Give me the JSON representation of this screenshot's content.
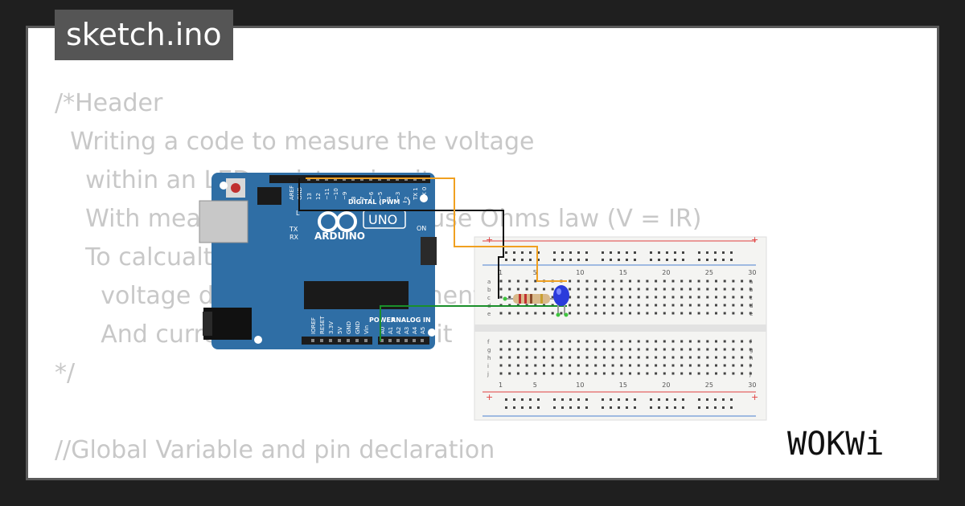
{
  "file_tab": "sketch.ino",
  "code_lines": [
    "/*Header",
    "  Writing a code to measure the voltage",
    "    within an LED resistor circuit",
    "    With measurements we can use Ohms law (V = IR)",
    "    To calcualte the resistance",
    "      voltage drop across components",
    "      And current within the circuit",
    "*/",
    "",
    "//Global Variable and pin declaration",
    "// ..."
  ],
  "arduino": {
    "logo_text": "ARDUINO",
    "model_text": "UNO",
    "digital_header": "DIGITAL (PWM ~)",
    "power_header": "POWER",
    "analog_header": "ANALOG IN",
    "on_label": "ON",
    "tx_label": "TX",
    "rx_label": "RX",
    "l_label": "L",
    "aref_label": "AREF",
    "gnd_label": "GND",
    "digital_pins": [
      "13",
      "12",
      "~11",
      "~10",
      "~9",
      "8",
      "7",
      "~6",
      "~5",
      "4",
      "~3",
      "2",
      "TX 1",
      "RX 0"
    ],
    "power_pins": [
      "IOREF",
      "RESET",
      "3.3V",
      "5V",
      "GND",
      "GND",
      "Vin"
    ],
    "analog_pins": [
      "A0",
      "A1",
      "A2",
      "A3",
      "A4",
      "A5"
    ]
  },
  "breadboard": {
    "column_numbers": [
      "1",
      "5",
      "10",
      "15",
      "20",
      "25",
      "30"
    ],
    "rows_top": [
      "a",
      "b",
      "c",
      "d",
      "e"
    ],
    "rows_bottom": [
      "f",
      "g",
      "h",
      "i",
      "j"
    ],
    "plus": "+"
  },
  "brand": "WOKWi",
  "colors": {
    "board": "#2f6ea5",
    "wire_black": "#111111",
    "wire_orange": "#f0a020",
    "wire_green": "#1a8f2a",
    "led": "#2a3bdb",
    "rail_red": "#e04040",
    "rail_blue": "#4a7fd0"
  }
}
